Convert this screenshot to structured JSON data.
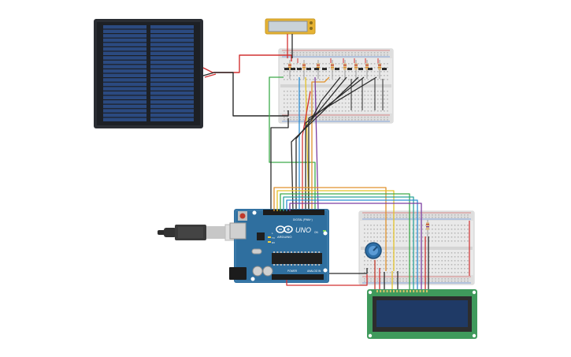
{
  "arduino": {
    "logo_text": "UNO",
    "brand_text": "ARDUINO",
    "digital_label": "DIGITAL (PWM~)",
    "power_label": "POWER",
    "analog_label": "ANALOG IN",
    "on_label": "ON",
    "tx_label": "TX",
    "rx_label": "RX",
    "l_label": "L"
  },
  "colors": {
    "arduino_board": "#2f6f9f",
    "solar_panel": "#2a2d33",
    "solar_cells": "#2b4a80",
    "lcd_pcb": "#3f9a5c",
    "lcd_screen": "#1f3a66",
    "wire_red": "#d23232",
    "wire_black": "#2b2b2b",
    "wire_green": "#3daa4a",
    "wire_orange": "#e0912c",
    "wire_yellow": "#e3c22a",
    "wire_blue": "#2d8fd4",
    "wire_purple": "#7d3fa0",
    "wire_teal": "#2aa39a",
    "meter_body": "#e6b333"
  },
  "icons": {
    "potentiometer": "potentiometer-icon",
    "usb": "usb-cable-icon",
    "power_jack": "dc-jack-icon"
  }
}
